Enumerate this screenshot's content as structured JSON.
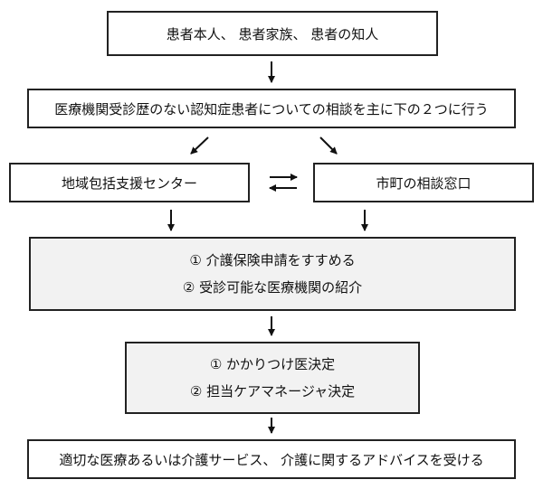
{
  "boxes": {
    "who": "患者本人、 患者家族、 患者の知人",
    "consult": "医療機関受診歴のない認知症患者についての相談を主に下の２つに行う",
    "center": "地域包括支援センター",
    "city": "市町の相談窓口",
    "action1": "① 介護保険申請をすすめる",
    "action2": "② 受診可能な医療機関の紹介",
    "decide1": "① かかりつけ医決定",
    "decide2": "② 担当ケアマネージャ決定",
    "result": "適切な医療あるいは介護サービス、 介護に関するアドバイスを受ける"
  }
}
